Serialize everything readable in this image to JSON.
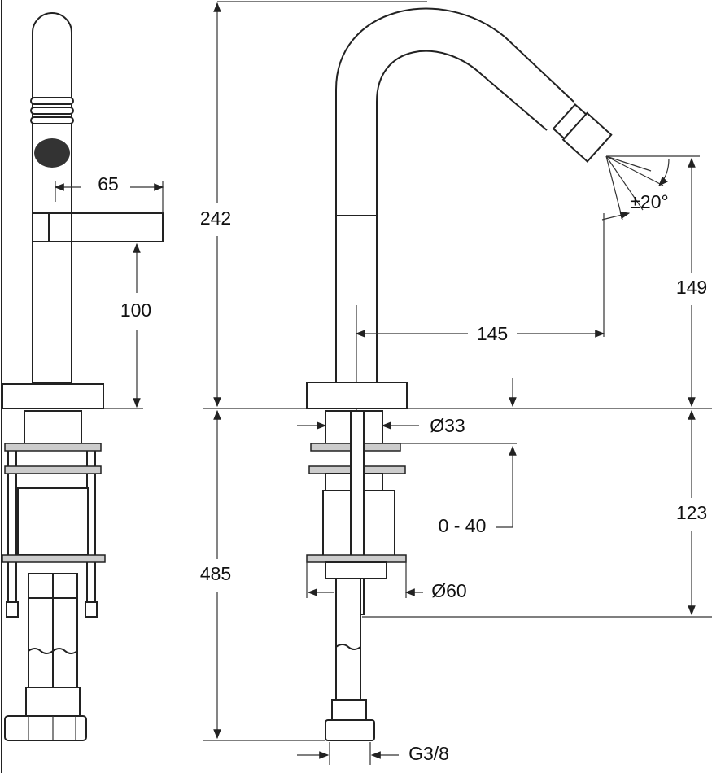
{
  "dimensions": {
    "handle_reach": "65",
    "handle_height": "100",
    "total_height_above": "242",
    "total_height_below": "485",
    "spout_reach": "145",
    "spout_outlet_height": "149",
    "spray_angle": "±20°",
    "shank_diameter": "Ø33",
    "deck_thickness": "0 - 40",
    "body_height": "123",
    "base_diameter": "Ø60",
    "connection_thread": "G3/8"
  },
  "colors": {
    "line": "#222222",
    "background": "#ffffff"
  }
}
